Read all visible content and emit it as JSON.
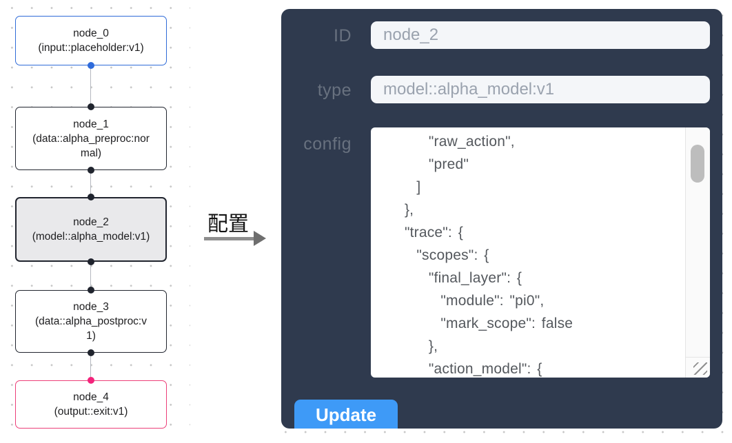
{
  "graph": {
    "nodes": [
      {
        "id": "node_0",
        "type_label": "(input::placeholder:v1)",
        "role": "input",
        "accent": "#2f6bd8"
      },
      {
        "id": "node_1",
        "type_label": "(data::alpha_preproc:normal)",
        "role": "data",
        "accent": "#20242e"
      },
      {
        "id": "node_2",
        "type_label": "(model::alpha_model:v1)",
        "role": "model-selected",
        "accent": "#20242e"
      },
      {
        "id": "node_3",
        "type_label": "(data::alpha_postproc:v1)",
        "role": "data",
        "accent": "#20242e"
      },
      {
        "id": "node_4",
        "type_label": "(output::exit:v1)",
        "role": "output",
        "accent": "#ec3e78"
      }
    ],
    "port_colors": {
      "input": "#2e6bdb",
      "default": "#20242e",
      "output": "#f3237b"
    }
  },
  "annotation": {
    "label": "配置",
    "arrow_color": "#8e8e8e"
  },
  "panel": {
    "background": "#2f3a4e",
    "fields": [
      {
        "label": "ID",
        "value": "node_2"
      },
      {
        "label": "type",
        "value": "model::alpha_model:v1"
      }
    ],
    "config_label": "config",
    "config_text": "        \"raw_action\",\n        \"pred\"\n      ]\n    },\n    \"trace\": {\n      \"scopes\": {\n        \"final_layer\": {\n          \"module\": \"pi0\",\n          \"mark_scope\": false\n        },\n        \"action_model\": {",
    "update_label": "Update",
    "update_color": "#3e9af7"
  }
}
